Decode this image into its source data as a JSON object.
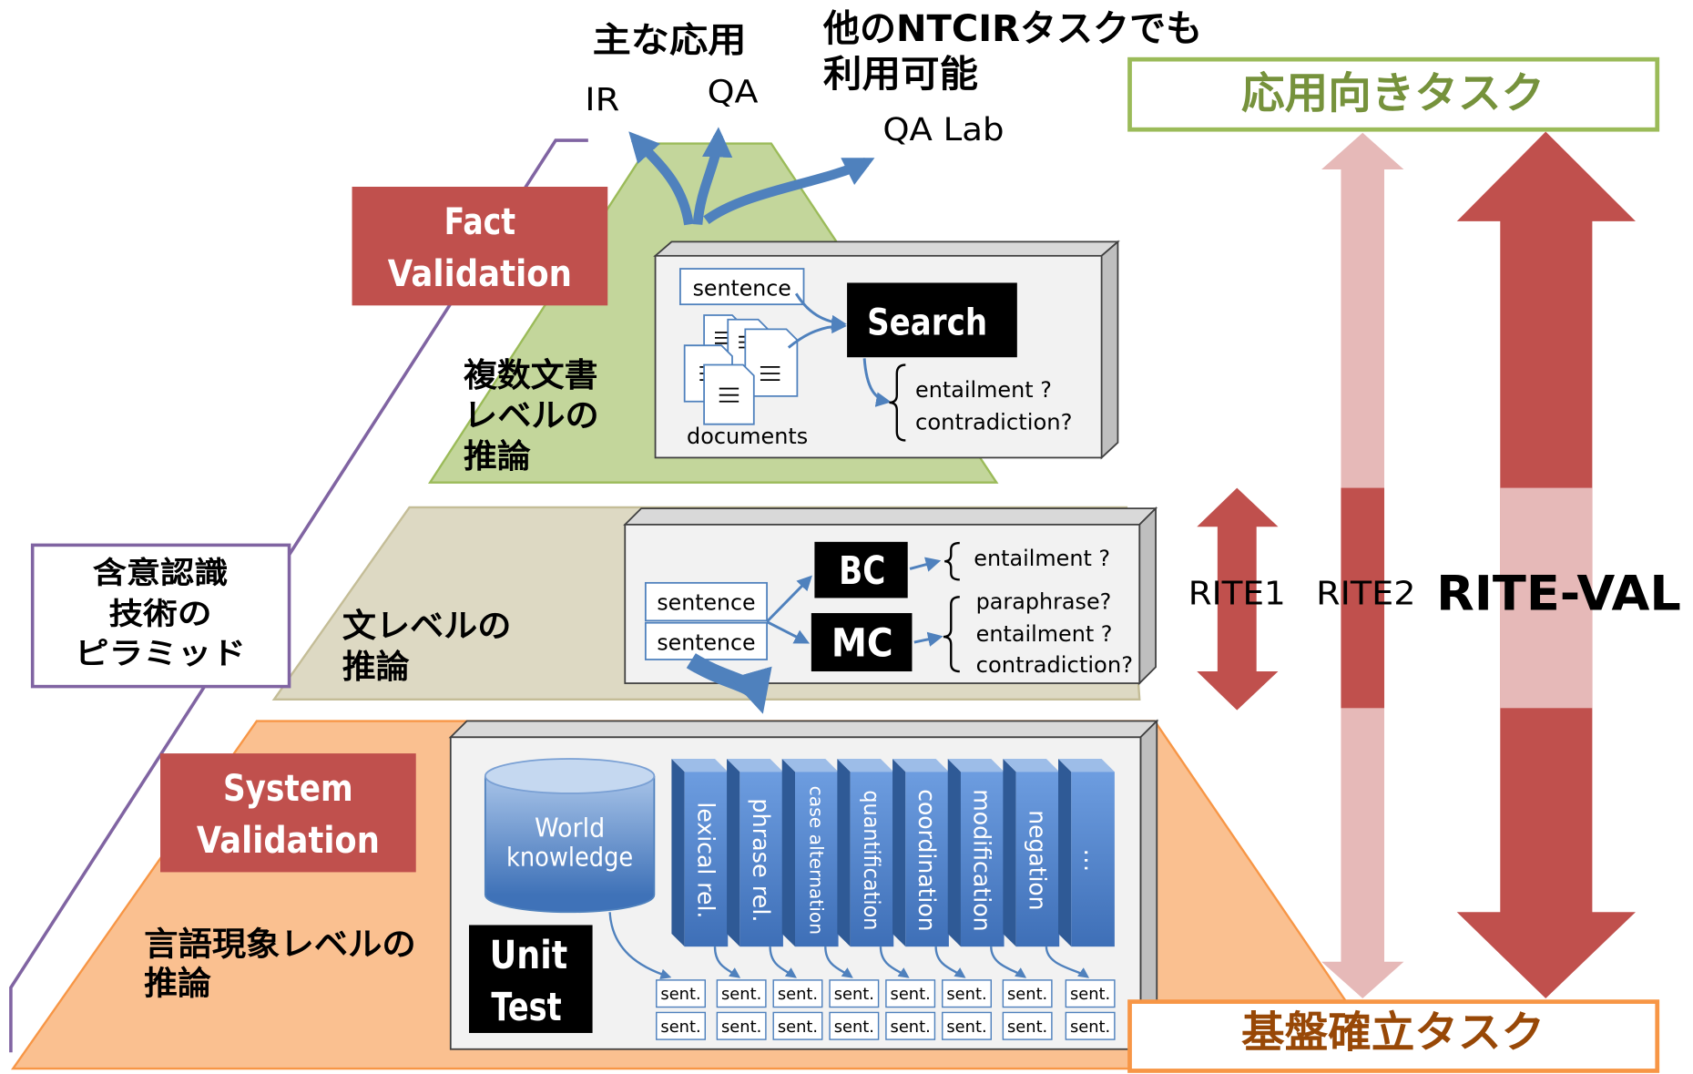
{
  "top_annotations": {
    "main_applications": "主な応用",
    "ir": "IR",
    "qa": "QA",
    "qa_lab": "QA Lab",
    "other_ntcir_line1": "他のNTCIRタスクでも",
    "other_ntcir_line2": "利用可能"
  },
  "task_scale": {
    "applied_tasks": "応用向きタスク",
    "foundation_tasks": "基盤確立タスク",
    "rite1": "RITE1",
    "rite2": "RITE2",
    "rite_val": "RITE-VAL"
  },
  "pyramid_caption": [
    "含意認識",
    "技術の",
    "ピラミッド"
  ],
  "fact_validation": [
    "Fact",
    "Validation"
  ],
  "system_validation": [
    "System",
    "Validation"
  ],
  "document_level": {
    "label": [
      "複数文書",
      "レベルの",
      "推論"
    ],
    "sentence": "sentence",
    "documents": "documents",
    "search": "Search",
    "judgments": [
      "entailment ?",
      "contradiction?"
    ]
  },
  "sentence_level": {
    "label": [
      "文レベルの",
      "推論"
    ],
    "sentences": [
      "sentence",
      "sentence"
    ],
    "bc": "BC",
    "mc": "MC",
    "bc_judgments": [
      "entailment ?"
    ],
    "mc_judgments": [
      "paraphrase?",
      "entailment ?",
      "contradiction?"
    ]
  },
  "phenomenon_level": {
    "label": [
      "言語現象レベルの",
      "推論"
    ],
    "world_knowledge": [
      "World",
      "knowledge"
    ],
    "unit_test": [
      "Unit",
      "Test"
    ],
    "phenomena": [
      "lexical rel.",
      "phrase rel.",
      "case alternation",
      "quantification",
      "coordination",
      "modification",
      "negation",
      "…"
    ],
    "sent_rows": [
      [
        "sent.",
        "sent.",
        "sent.",
        "sent.",
        "sent.",
        "sent.",
        "sent.",
        "sent."
      ],
      [
        "sent.",
        "sent.",
        "sent.",
        "sent.",
        "sent.",
        "sent.",
        "sent.",
        "sent."
      ]
    ]
  },
  "colors": {
    "validation_box": "#c0504d",
    "rite_arrow": "#c0504d",
    "rite_arrow_light": "#e6b9b8",
    "flow_arrow": "#4f81bd",
    "document_tier": "#c3d69b",
    "sentence_tier": "#ddd9c3",
    "phenomenon_tier": "#fac090",
    "applied_box_border": "#9bbb59",
    "foundation_box_border": "#f79646",
    "pyramid_caption_border": "#8064a2"
  }
}
